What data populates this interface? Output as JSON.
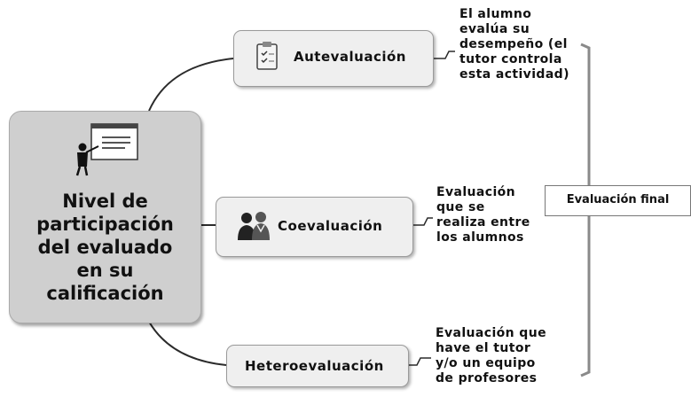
{
  "central": {
    "title": "Nivel de\nparticipación\ndel evaluado\nen su\ncalificación",
    "icon": "presenter-board-icon"
  },
  "branches": [
    {
      "label": "Autevaluación",
      "icon": "clipboard-checklist-icon",
      "note": "El alumno\nevalúa su\ndesempeño (el\ntutor controla\nesta actividad)"
    },
    {
      "label": "Coevaluación",
      "icon": "people-group-icon",
      "note": "Evaluación\nque se\nrealiza entre\nlos alumnos"
    },
    {
      "label": "Heteroevaluación",
      "icon": "",
      "note": "Evaluación que\nhave el tutor\ny/o  un equipo\nde profesores"
    }
  ],
  "summary": {
    "label": "Evaluación final"
  },
  "colors": {
    "central_fill": "#cfcfcf",
    "node_fill": "#efefef",
    "line": "#2b2b2b"
  }
}
